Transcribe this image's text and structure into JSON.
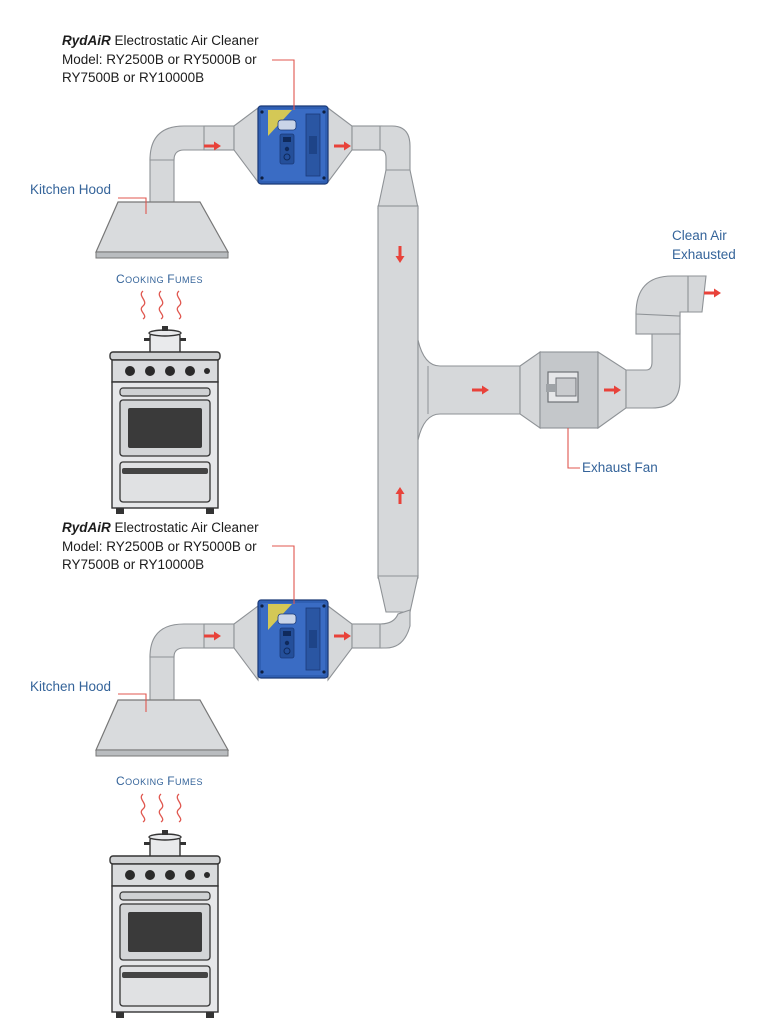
{
  "cleaner_label": {
    "brand": "RydAiR",
    "line1_rest": " Electrostatic Air Cleaner",
    "line2": "Model: RY2500B or RY5000B or",
    "line3": "RY7500B or RY10000B"
  },
  "kitchen_hood": "Kitchen Hood",
  "cooking_fumes": {
    "first": "C",
    "rest": "OOKING ",
    "first2": "F",
    "rest2": "UMES"
  },
  "exhaust_fan": "Exhaust Fan",
  "clean_air": {
    "line1": "Clean Air",
    "line2": "Exhausted"
  },
  "colors": {
    "duct": "#d6d8da",
    "cleaner_blue": "#2f5fb3",
    "arrow_red": "#e8423a",
    "label_blue": "#35649a"
  }
}
